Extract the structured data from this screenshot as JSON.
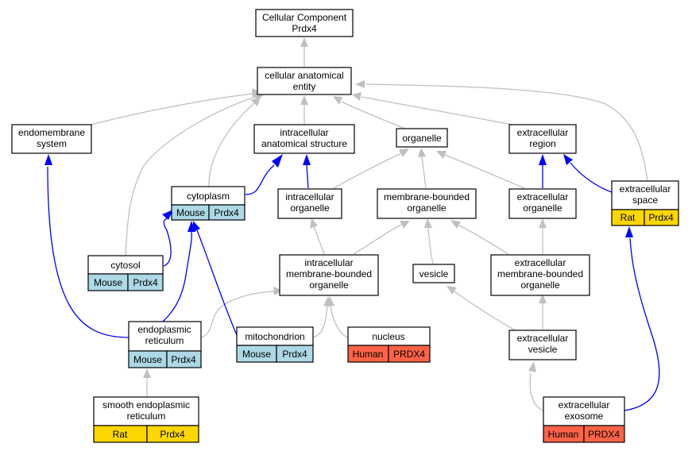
{
  "nodes": {
    "root": {
      "line1": "Cellular Component",
      "line2": "Prdx4"
    },
    "cae": {
      "line1": "cellular anatomical",
      "line2": "entity"
    },
    "endomembrane": {
      "line1": "endomembrane",
      "line2": "system"
    },
    "ias": {
      "line1": "intracellular",
      "line2": "anatomical structure"
    },
    "organelle": {
      "label": "organelle"
    },
    "ecregion": {
      "line1": "extracellular",
      "line2": "region"
    },
    "cytoplasm": {
      "label": "cytoplasm",
      "species": "Mouse",
      "gene": "Prdx4"
    },
    "icorg": {
      "line1": "intracellular",
      "line2": "organelle"
    },
    "mborg": {
      "line1": "membrane-bounded",
      "line2": "organelle"
    },
    "ecorg": {
      "line1": "extracellular",
      "line2": "organelle"
    },
    "ecspace": {
      "line1": "extracellular",
      "line2": "space",
      "species": "Rat",
      "gene": "Prdx4"
    },
    "cytosol": {
      "label": "cytosol",
      "species": "Mouse",
      "gene": "Prdx4"
    },
    "icmbo": {
      "line1": "intracellular",
      "line2": "membrane-bounded",
      "line3": "organelle"
    },
    "vesicle": {
      "label": "vesicle"
    },
    "ecmbo": {
      "line1": "extracellular",
      "line2": "membrane-bounded",
      "line3": "organelle"
    },
    "er": {
      "line1": "endoplasmic",
      "line2": "reticulum",
      "species": "Mouse",
      "gene": "Prdx4"
    },
    "mito": {
      "label": "mitochondrion",
      "species": "Mouse",
      "gene": "Prdx4"
    },
    "nucleus": {
      "label": "nucleus",
      "species": "Human",
      "gene": "PRDX4"
    },
    "ecvesicle": {
      "line1": "extracellular",
      "line2": "vesicle"
    },
    "ser": {
      "line1": "smooth endoplasmic",
      "line2": "reticulum",
      "species": "Rat",
      "gene": "Prdx4"
    },
    "exosome": {
      "line1": "extracellular",
      "line2": "exosome",
      "species": "Human",
      "gene": "PRDX4"
    }
  },
  "colors": {
    "mouse": "#add8e6",
    "rat": "#ffd700",
    "human": "#ff6347",
    "annotation_edge": "#0000ff",
    "ontology_edge": "#c0c0c0"
  }
}
